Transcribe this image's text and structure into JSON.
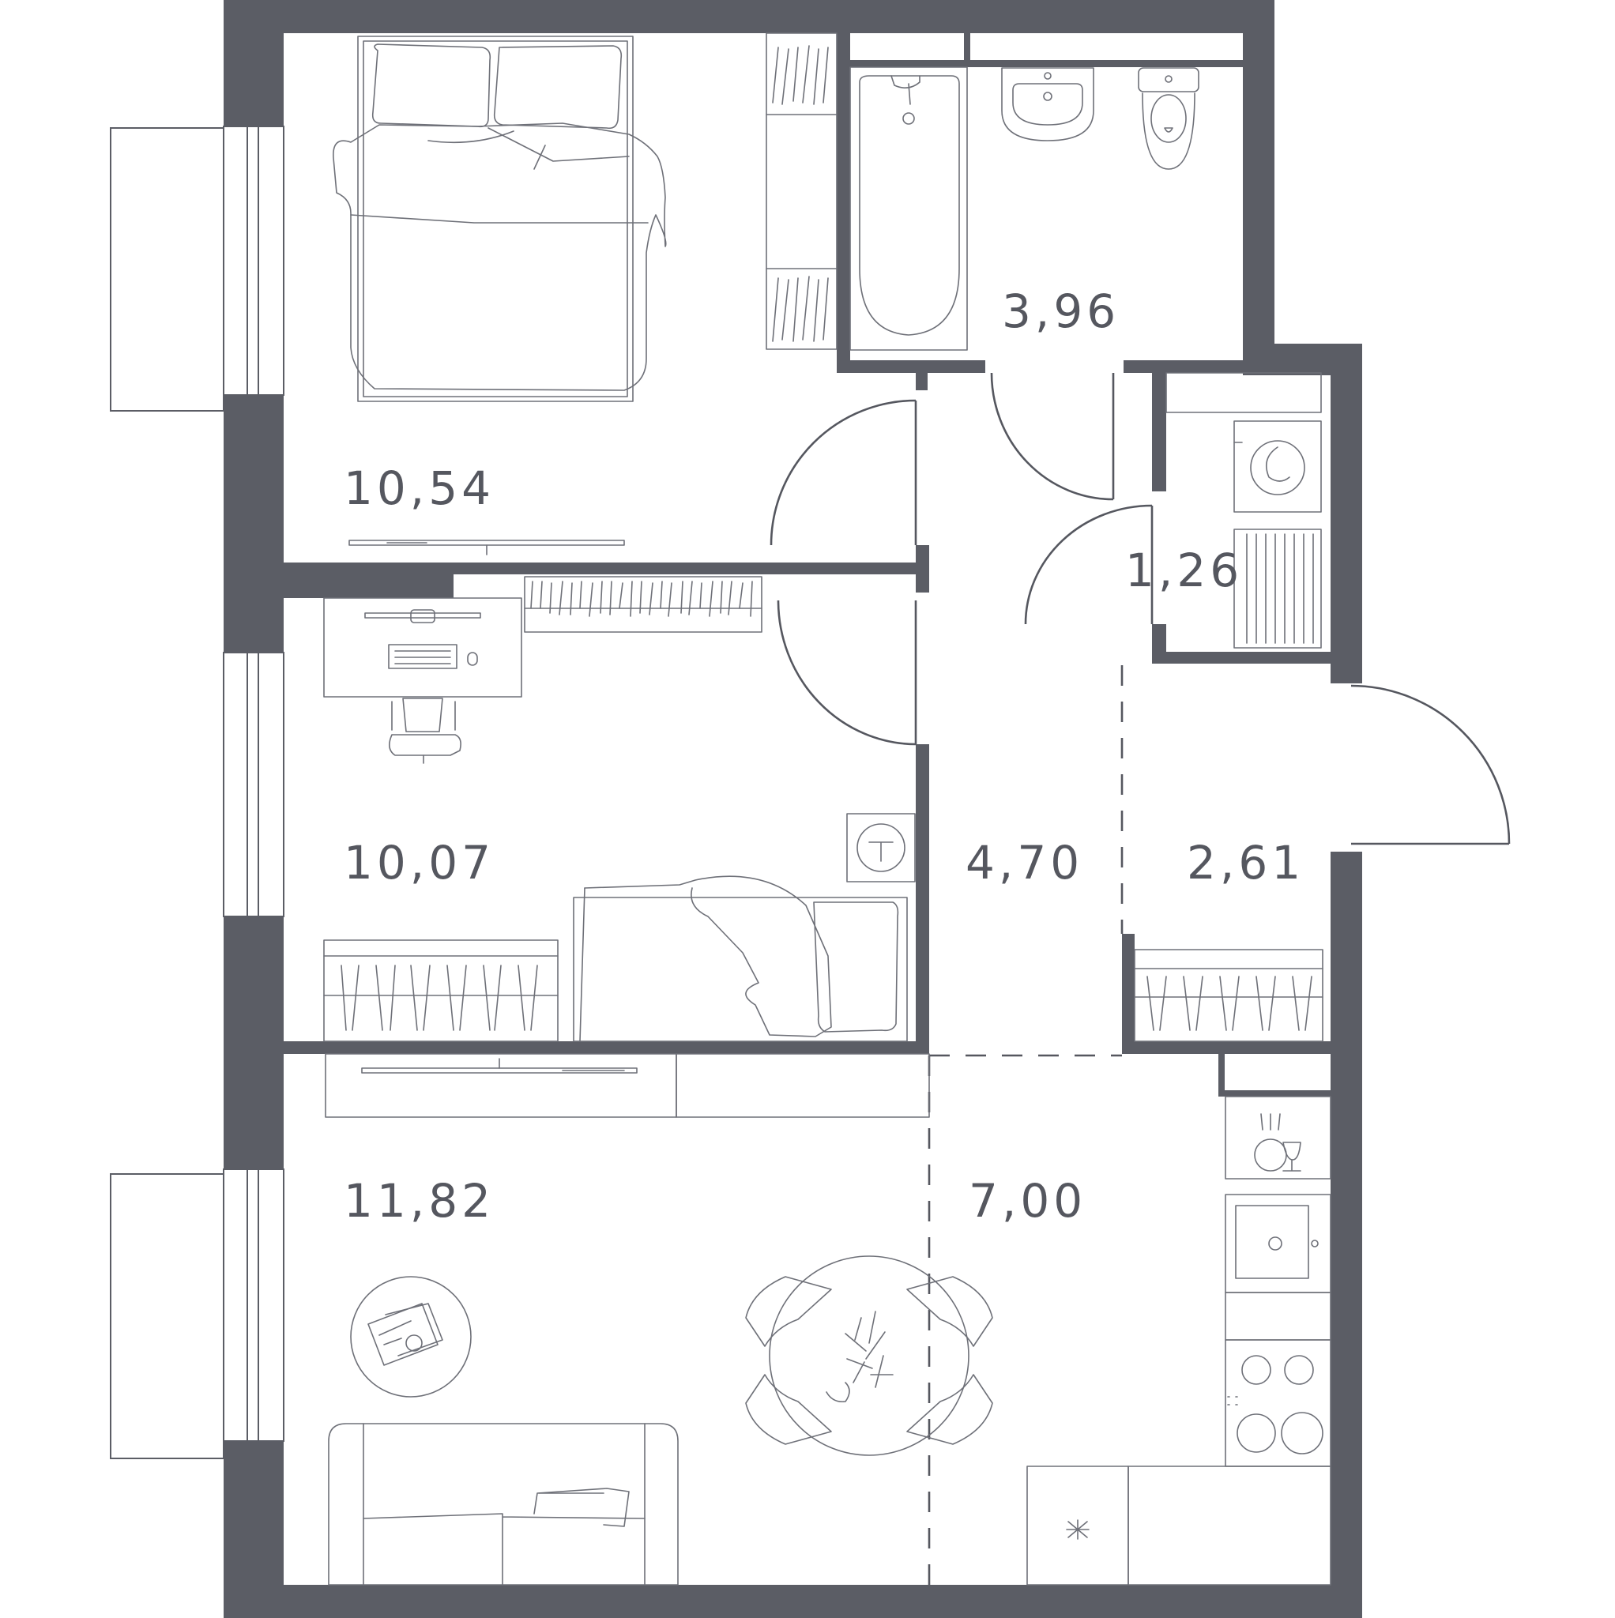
{
  "plan": {
    "rooms": [
      {
        "id": "bedroom",
        "area": "10,54"
      },
      {
        "id": "bathroom",
        "area": "3,96"
      },
      {
        "id": "laundry",
        "area": "1,26"
      },
      {
        "id": "bedroom-2",
        "area": "10,07"
      },
      {
        "id": "corridor",
        "area": "4,70"
      },
      {
        "id": "entrance-hall",
        "area": "2,61"
      },
      {
        "id": "living-room",
        "area": "11,82"
      },
      {
        "id": "kitchen",
        "area": "7,00"
      }
    ],
    "colors": {
      "wall": "#5b5d65",
      "line": "#6e7078",
      "background": "#ffffff"
    }
  }
}
